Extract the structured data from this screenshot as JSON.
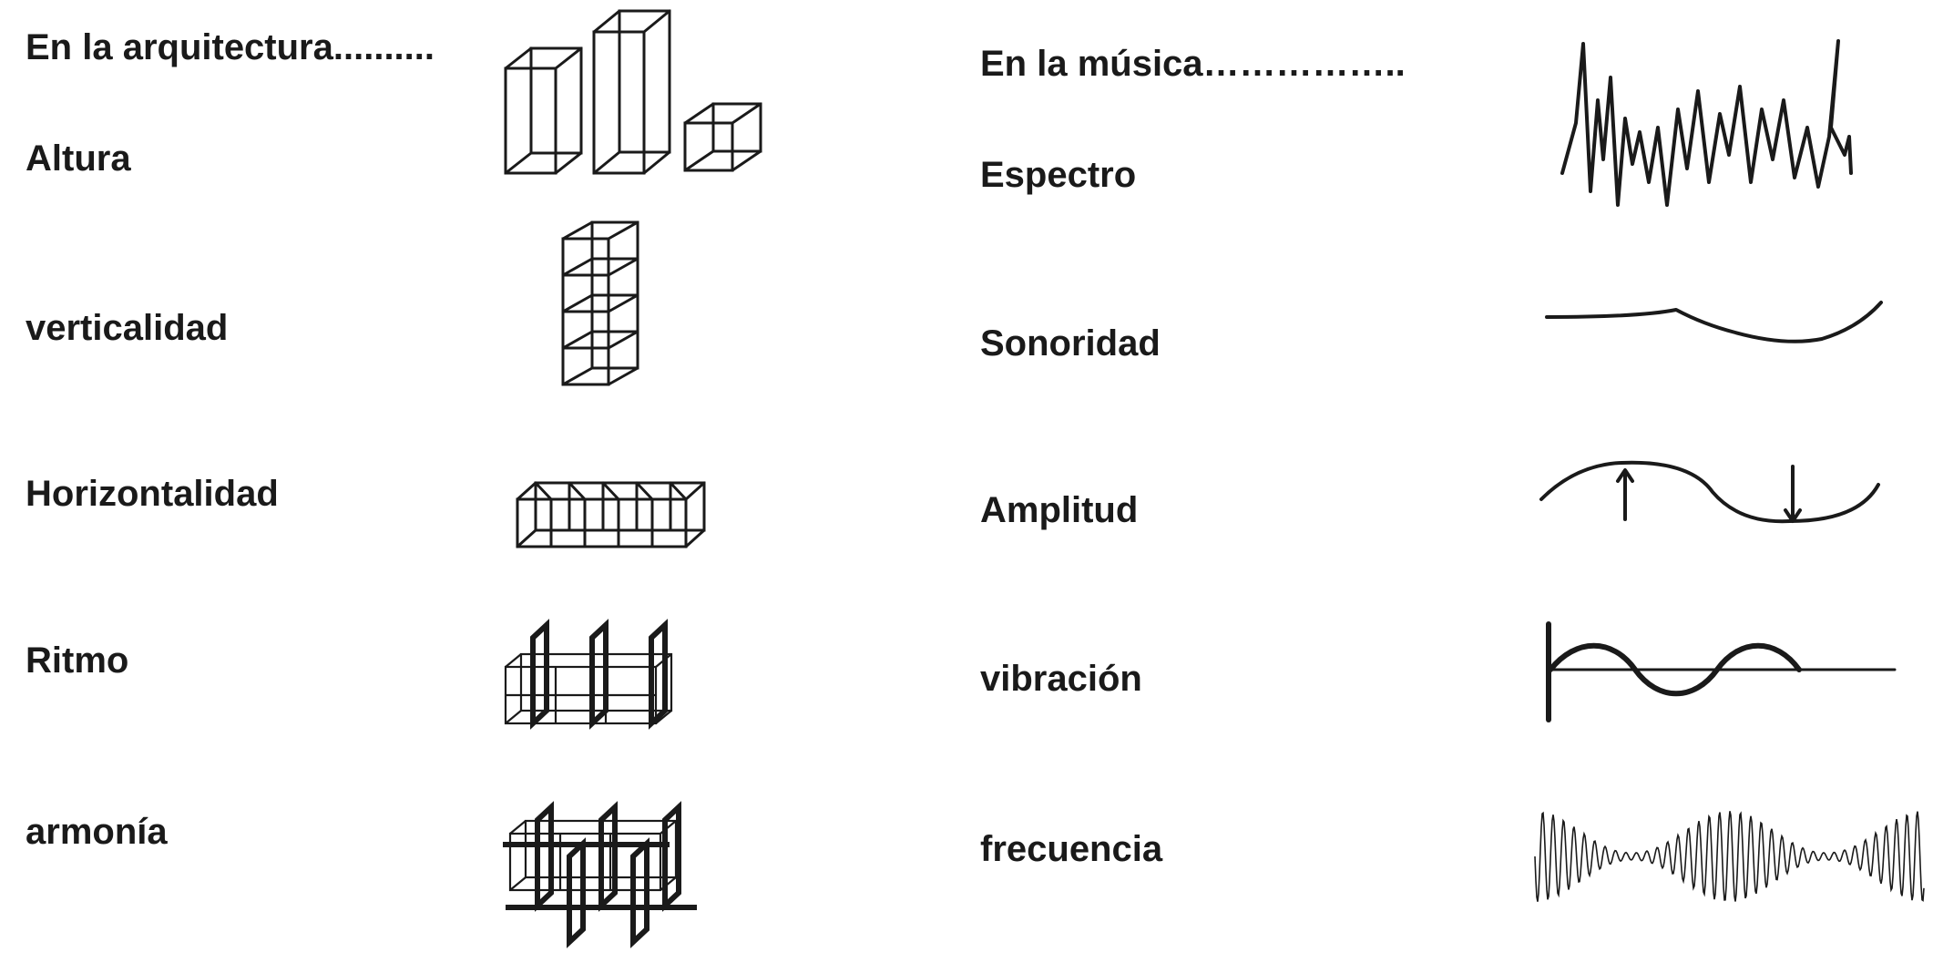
{
  "architecture": {
    "heading": "En la arquitectura..........",
    "items": [
      {
        "label": "Altura",
        "icon": "tall-prisms-icon"
      },
      {
        "label": "verticalidad",
        "icon": "stacked-cubes-icon"
      },
      {
        "label": "Horizontalidad",
        "icon": "row-of-cubes-icon"
      },
      {
        "label": "Ritmo",
        "icon": "rhythm-panels-icon"
      },
      {
        "label": "armonía",
        "icon": "harmony-panels-icon"
      }
    ]
  },
  "music": {
    "heading": "En la música……………..",
    "items": [
      {
        "label": "Espectro",
        "icon": "spectrum-wave-icon"
      },
      {
        "label": "Sonoridad",
        "icon": "sonority-curve-icon"
      },
      {
        "label": "Amplitud",
        "icon": "amplitude-wave-icon"
      },
      {
        "label": "vibración",
        "icon": "vibration-wave-icon"
      },
      {
        "label": "frecuencia",
        "icon": "frequency-wave-icon"
      }
    ]
  },
  "colors": {
    "ink": "#1a1a1a",
    "background": "#ffffff"
  }
}
